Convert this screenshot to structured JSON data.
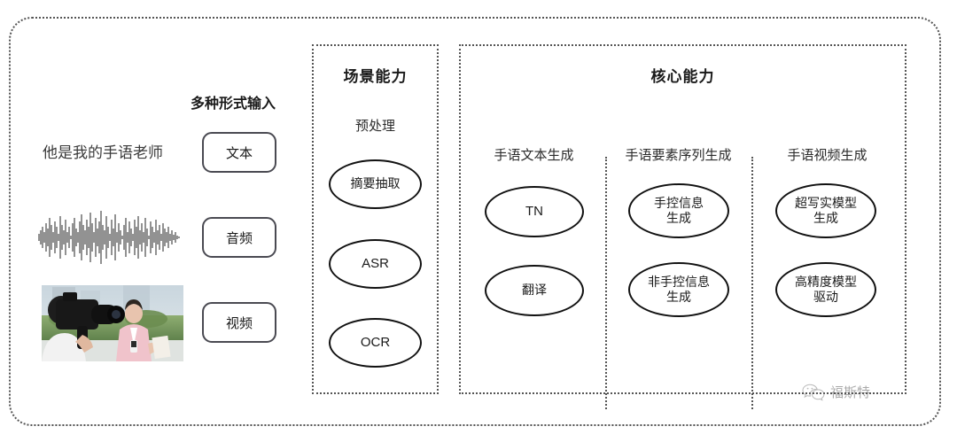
{
  "frame": {
    "border_color": "#555555"
  },
  "left_panel": {
    "title": "多种形式输入",
    "sample_text": "他是我的手语老师",
    "waveform_label": "audio-waveform",
    "video_label": "video-thumbnail",
    "inputs": [
      {
        "label": "文本",
        "icon": "text-input-icon"
      },
      {
        "label": "音频",
        "icon": "audio-input-icon"
      },
      {
        "label": "视频",
        "icon": "video-input-icon"
      }
    ]
  },
  "scene_section": {
    "title": "场景能力",
    "subsection_label": "预处理",
    "nodes": [
      {
        "label": "摘要抽取",
        "latin": false
      },
      {
        "label": "ASR",
        "latin": true
      },
      {
        "label": "OCR",
        "latin": true
      }
    ]
  },
  "core_section": {
    "title": "核心能力",
    "columns": [
      {
        "label": "手语文本生成",
        "nodes": [
          {
            "label": "TN",
            "latin": true
          },
          {
            "label": "翻译",
            "latin": false
          }
        ]
      },
      {
        "label": "手语要素序列生成",
        "nodes": [
          {
            "label": "手控信息\n生成",
            "latin": false
          },
          {
            "label": "非手控信息\n生成",
            "latin": false
          }
        ]
      },
      {
        "label": "手语视频生成",
        "nodes": [
          {
            "label": "超写实模型\n生成",
            "latin": false
          },
          {
            "label": "高精度模型\n驱动",
            "latin": false
          }
        ]
      }
    ]
  },
  "watermark": {
    "text": "福斯特",
    "icon": "wechat-icon"
  },
  "colors": {
    "border": "#555555",
    "node_stroke": "#111111",
    "text": "#1a1a1a",
    "input_border": "#4a4a52"
  }
}
